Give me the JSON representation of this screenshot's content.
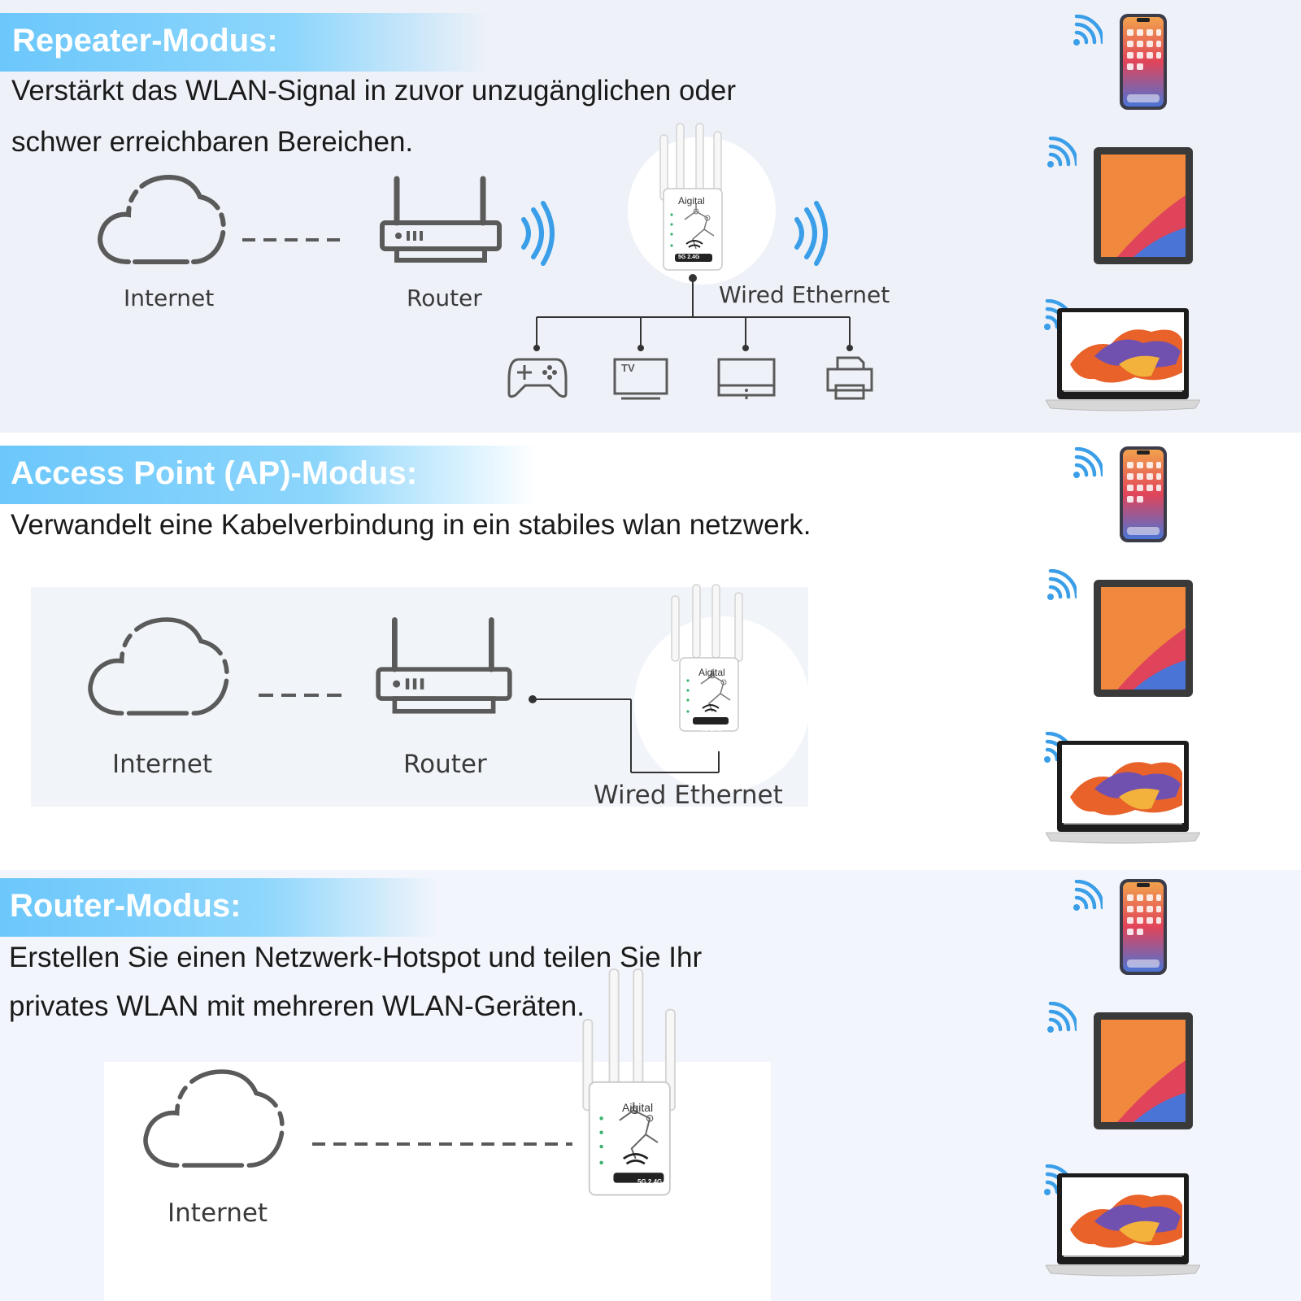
{
  "colors": {
    "banner": "#6cc7fb",
    "wave": "#3a9ee8",
    "icon_stroke": "#5a5a5a",
    "text": "#1a1a1a",
    "ipad_left": "#f2a24c",
    "ipad_right": "#e0445a"
  },
  "sections": [
    {
      "title": "Repeater-Modus:",
      "description_lines": [
        "Verstärkt das WLAN-Signal in zuvor unzugänglichen oder",
        "schwer erreichbaren Bereichen."
      ],
      "labels": {
        "internet": "Internet",
        "router": "Router",
        "wired": "Wired Ethernet"
      },
      "wired_devices": [
        "gamepad-icon",
        "tv-icon",
        "monitor-icon",
        "printer-icon"
      ],
      "tv_text": "TV"
    },
    {
      "title": "Access Point (AP)-Modus:",
      "description_lines": [
        "Verwandelt eine Kabelverbindung in ein stabiles wlan netzwerk."
      ],
      "labels": {
        "internet": "Internet",
        "router": "Router",
        "wired": "Wired Ethernet"
      }
    },
    {
      "title": "Router-Modus:",
      "description_lines": [
        "Erstellen Sie einen Netzwerk-Hotspot und teilen Sie Ihr",
        "privates WLAN mit mehreren WLAN-Geräten."
      ],
      "labels": {
        "internet": "Internet"
      }
    }
  ],
  "extender": {
    "brand": "Aigital",
    "bands": "5G 2.4G"
  },
  "client_devices": [
    "phone-icon",
    "tablet-icon",
    "laptop-icon"
  ]
}
